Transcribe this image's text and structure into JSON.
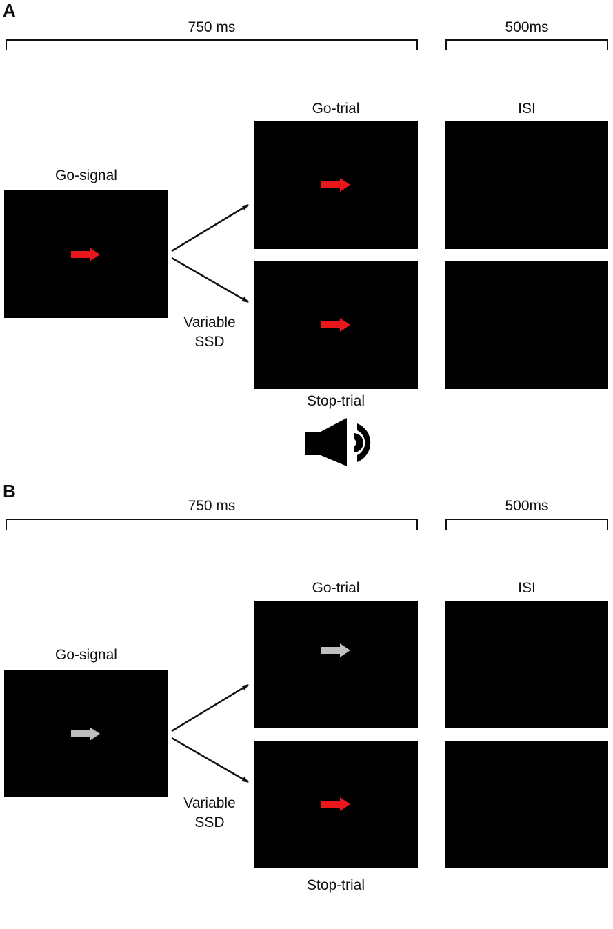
{
  "panels": [
    {
      "letter": "A",
      "duration_main": "750 ms",
      "duration_isi": "500ms",
      "go_signal_label": "Go-signal",
      "go_trial_label": "Go-trial",
      "isi_label": "ISI",
      "ssd_line1": "Variable",
      "ssd_line2": "SSD",
      "stop_trial_label": "Stop-trial",
      "stimuli": {
        "go_signal": "#e8171b",
        "go_trial": "#e8171b",
        "stop_trial": "#e8171b"
      },
      "stop_cue_icon": "speaker-icon"
    },
    {
      "letter": "B",
      "duration_main": "750 ms",
      "duration_isi": "500ms",
      "go_signal_label": "Go-signal",
      "go_trial_label": "Go-trial",
      "isi_label": "ISI",
      "ssd_line1": "Variable",
      "ssd_line2": "SSD",
      "stop_trial_label": "Stop-trial",
      "stimuli": {
        "go_signal": "#bfbfbf",
        "go_trial": "#bfbfbf",
        "stop_trial": "#e8171b"
      }
    }
  ]
}
